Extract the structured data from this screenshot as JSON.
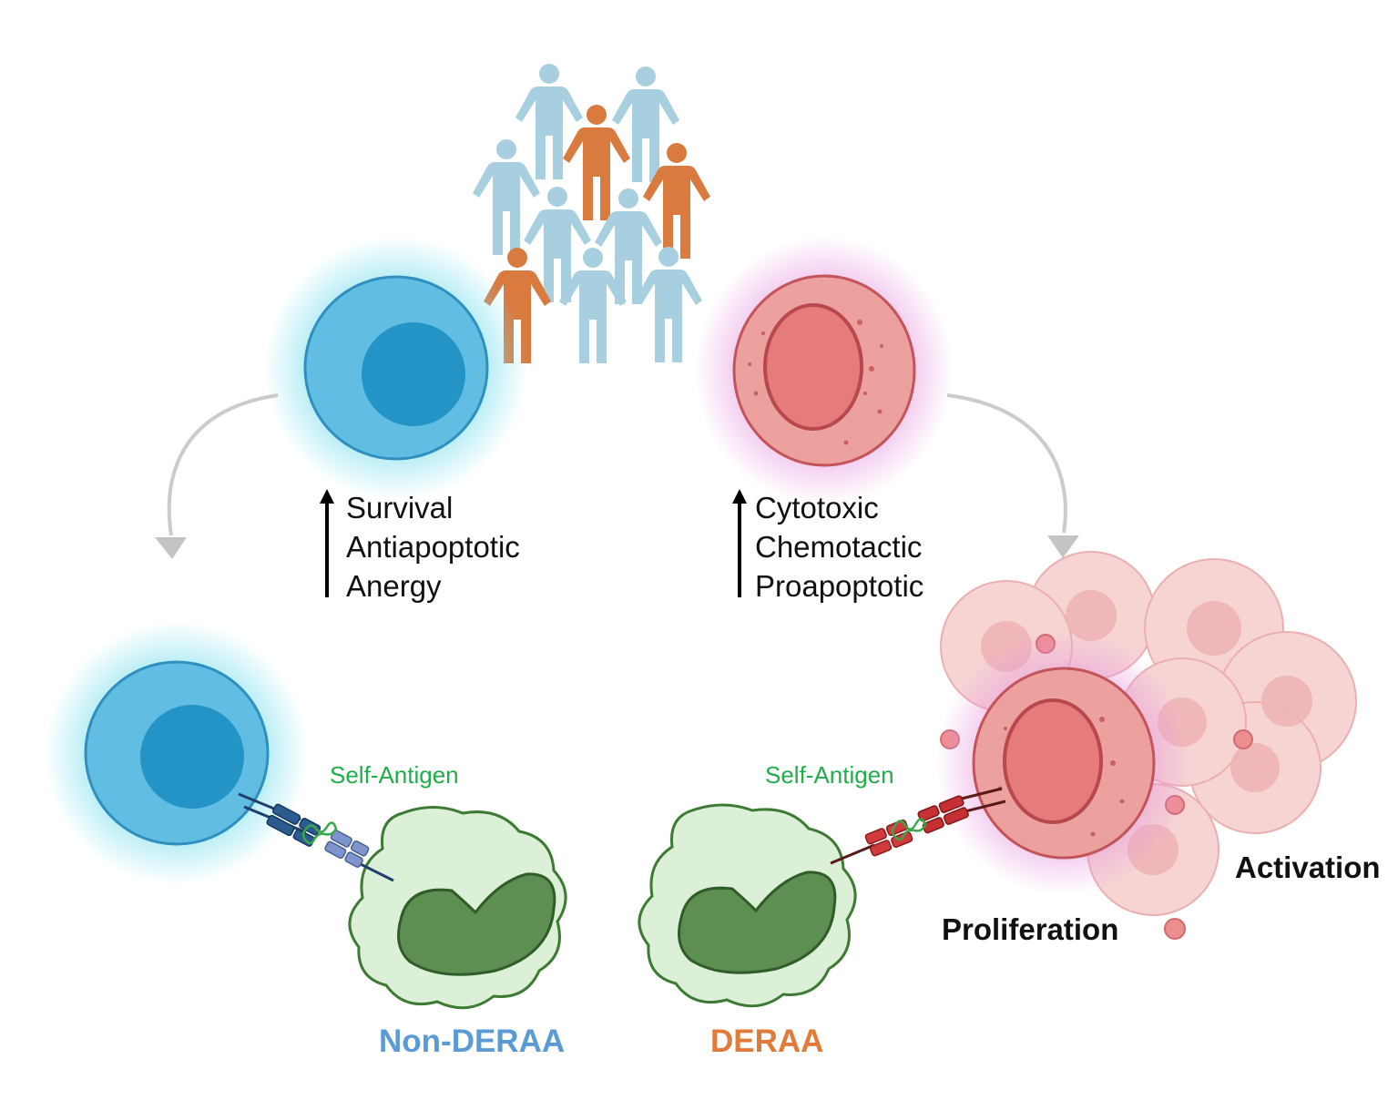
{
  "left_effects": [
    "Survival",
    "Antiapoptotic",
    "Anergy"
  ],
  "right_effects": [
    "Cytotoxic",
    "Chemotactic",
    "Proapoptotic"
  ],
  "self_antigen_left": "Self-Antigen",
  "self_antigen_right": "Self-Antigen",
  "activation": "Activation",
  "proliferation": "Proliferation",
  "groups": {
    "non_deraa": "Non-DERAA",
    "deraa": "DERAA"
  },
  "colors": {
    "non_deraa": "#5b9bd5",
    "deraa": "#e07b39",
    "person_light": "#a8cfe0",
    "person_orange": "#d97a3f",
    "treg_cell": "#5cb6de",
    "treg_nucleus": "#2796c6",
    "effector_cell": "#eda6a2",
    "effector_nucleus": "#e5787a",
    "apc": "#dcf0d8",
    "apc_nucleus": "#5e8f52",
    "arrow_gray": "#c8c8c8"
  },
  "icons": [
    "person-icon",
    "t-cell-icon",
    "antigen-presenting-cell-icon",
    "tcr-mhc-complex-icon"
  ]
}
